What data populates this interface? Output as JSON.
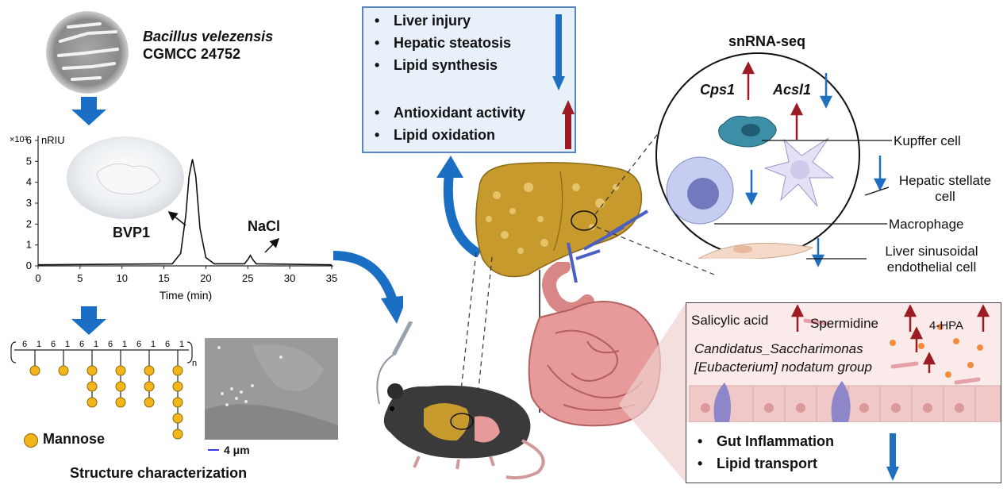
{
  "strain": {
    "species": "Bacillus velezensis",
    "accession": "CGMCC 24752"
  },
  "hplc": {
    "y_multiplier": "×10³",
    "y_unit": "nRIU",
    "x_label": "Time (min)",
    "x_ticks": [
      "0",
      "5",
      "10",
      "15",
      "20",
      "25",
      "30",
      "35"
    ],
    "y_ticks": [
      "0",
      "1",
      "2",
      "3",
      "4",
      "5",
      "6"
    ],
    "peak_main_label": "BVP1",
    "peak_minor_label": "NaCl"
  },
  "chart_data": {
    "type": "line",
    "title": "",
    "xlabel": "Time (min)",
    "ylabel": "nRIU",
    "xlim": [
      0,
      35
    ],
    "ylim": [
      0,
      6
    ],
    "series": [
      {
        "x": [
          0,
          16,
          17,
          17.6,
          18,
          18.4,
          18.8,
          19.3,
          20,
          21,
          24.6,
          25,
          25.3,
          25.6,
          26,
          35
        ],
        "values": [
          0.05,
          0.1,
          0.6,
          2.4,
          4.3,
          5.1,
          4.3,
          1.8,
          0.4,
          0.1,
          0.1,
          0.3,
          0.5,
          0.3,
          0.1,
          0.05
        ]
      }
    ]
  },
  "structure": {
    "linkage_top": [
      "6",
      "1",
      "6",
      "1",
      "6",
      "1",
      "6",
      "1",
      "6",
      "1",
      "6",
      "1"
    ],
    "repeat_n": "n",
    "legend_label": "Mannose",
    "scale_bar": "4 μm",
    "caption": "Structure characterization"
  },
  "effects": {
    "down_items": [
      "Liver injury",
      "Hepatic steatosis",
      "Lipid synthesis"
    ],
    "up_items": [
      "Antioxidant activity",
      "Lipid oxidation"
    ]
  },
  "snrna": {
    "title": "snRNA-seq",
    "gene_up": "Cps1",
    "gene_down": "Acsl1",
    "cells": [
      "Kupffer cell",
      "Hepatic stellate cell",
      "Macrophage",
      "Liver sinusoidal endothelial cell"
    ]
  },
  "gut": {
    "metabolites": [
      "Salicylic acid",
      "Spermidine",
      "4-HPA"
    ],
    "taxa": [
      "Candidatus_Saccharimonas",
      "[Eubacterium] nodatum group"
    ],
    "down_items": [
      "Gut Inflammation",
      "Lipid transport"
    ]
  },
  "colors": {
    "up": "#9b1c22",
    "down": "#1f6fc0",
    "flow": "#1a6fc4",
    "mannose": "#f2b51b",
    "liver": "#c69a2c"
  }
}
